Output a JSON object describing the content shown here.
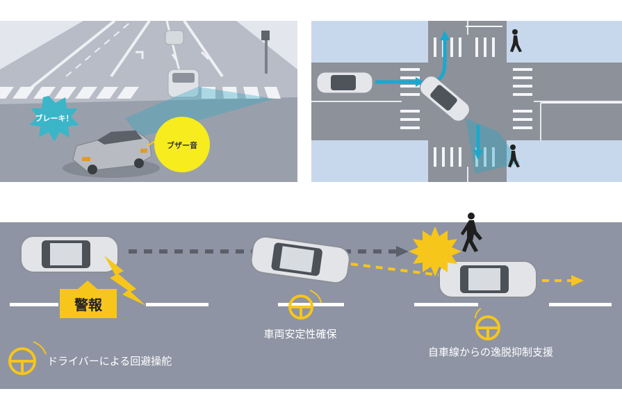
{
  "intersection_scene": {
    "brake_label": "ブレーキ！",
    "buzzer_label": "ブザー音"
  },
  "crossing_scene": {},
  "lane_scene": {
    "warning_label": "警報",
    "stability_label": "車両安定性確保",
    "lane_keep_label": "自車線からの逸脱抑制支援",
    "steering_label": "ドライバーによる回避操舵"
  },
  "colors": {
    "bottom_road": "#8e94a4",
    "accent_yellow": "#f7c61a",
    "burst_cyan": "#3ab6c8",
    "arrow_cyan": "#19a8d0",
    "sky_blue": "#c8d8ec"
  }
}
